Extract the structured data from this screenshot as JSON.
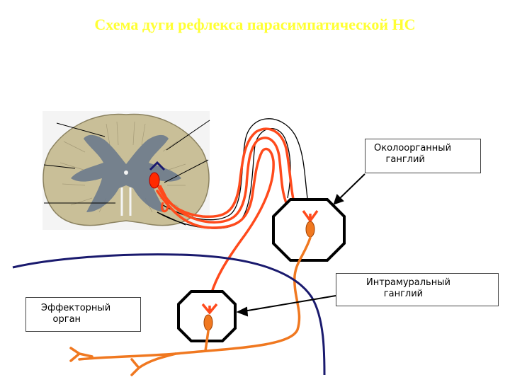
{
  "title": "Схема дуги рефлекса парасимпатической НС",
  "labels": {
    "paraorgan_ganglion": "Околоорганный\n    ганглий",
    "intramural_ganglion": "Интрамуральный\n      ганглий",
    "effector_organ": "Эффекторный\n    орган"
  },
  "colors": {
    "title": "#ffff33",
    "preganglionic_fiber": "#ff4a1c",
    "postganglionic_fiber": "#f07820",
    "neuron_body": "#ff2a00",
    "organ_boundary": "#1a1a6e",
    "spinal_cord_tissue": "#c9bf98",
    "grey_matter": "#6c7a8c"
  }
}
